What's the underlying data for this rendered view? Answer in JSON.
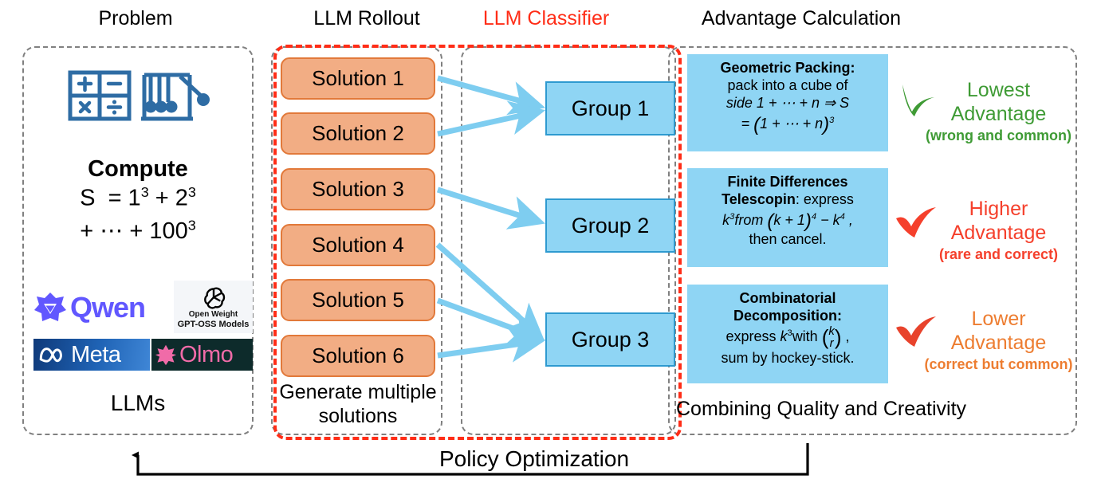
{
  "headers": {
    "problem": "Problem",
    "rollout": "LLM Rollout",
    "classifier": "LLM Classifier",
    "advantage": "Advantage Calculation"
  },
  "colors": {
    "classifier_red": "#ff2d17",
    "solution_fill": "#f2ad84",
    "solution_border": "#e2793a",
    "group_fill": "#8fd5f4",
    "group_border": "#2e9ad0",
    "arrow_blue": "#7ecdf0",
    "panel_dash_gray": "#808080",
    "green": "#3f9b35",
    "red": "#f5402c",
    "orange": "#ed7d31"
  },
  "problem": {
    "compute_label": "Compute",
    "formula_line1": "S  = 1³ + 2³",
    "formula_line2": "+ ⋯ + 100³",
    "icons": [
      "calculator-icon",
      "newtons-cradle-icon"
    ],
    "logos": [
      {
        "name": "qwen-logo",
        "text": "Qwen"
      },
      {
        "name": "gpt-oss-logo",
        "line1": "Open Weight",
        "line2": "GPT-OSS Models"
      },
      {
        "name": "meta-logo",
        "text": "Meta"
      },
      {
        "name": "olmo-logo",
        "text": "Olmo"
      }
    ],
    "footer": "LLMs"
  },
  "rollout": {
    "solutions": [
      "Solution 1",
      "Solution 2",
      "Solution 3",
      "Solution 4",
      "Solution 5",
      "Solution 6"
    ],
    "caption": "Generate multiple solutions"
  },
  "groups": {
    "items": [
      "Group 1",
      "Group 2",
      "Group 3"
    ],
    "mapping": [
      {
        "solution": "Solution 1",
        "group": "Group 1"
      },
      {
        "solution": "Solution 2",
        "group": "Group 1"
      },
      {
        "solution": "Solution 3",
        "group": "Group 2"
      },
      {
        "solution": "Solution 4",
        "group": "Group 3"
      },
      {
        "solution": "Solution 5",
        "group": "Group 3"
      },
      {
        "solution": "Solution 6",
        "group": "Group 3"
      }
    ]
  },
  "advantage": {
    "caption": "Combining Quality and Creativity",
    "rows": [
      {
        "title": "Geometric Packing:",
        "body_line1": "pack into a cube of",
        "body_line2": "side 1 + ⋯ + n ⇒ S",
        "body_line3": "= (1 + ⋯ + n)³",
        "check_icon": "green-check-icon",
        "check_color": "#3f9b35",
        "label_line1": "Lowest",
        "label_line2": "Advantage",
        "label_sub": "(wrong and common)",
        "label_color": "#3f9b35"
      },
      {
        "title": "Finite Differences",
        "title2": "Telescopin",
        "body_line1": ": express",
        "body_line2": "k³from (k + 1)⁴ − k⁴ ,",
        "body_line3": "then cancel.",
        "check_icon": "red-check-icon",
        "check_color": "#f5402c",
        "label_line1": "Higher",
        "label_line2": "Advantage",
        "label_sub": "(rare and correct)",
        "label_color": "#f5402c"
      },
      {
        "title": "Combinatorial",
        "title2": "Decomposition:",
        "body_line1": "express k³with (k over r) ,",
        "body_line2": "sum by hockey-stick.",
        "check_icon": "red-check-icon",
        "check_color": "#e8432c",
        "label_line1": "Lower",
        "label_line2": "Advantage",
        "label_sub": "(correct but common)",
        "label_color": "#ed7d31"
      }
    ]
  },
  "footer": {
    "policy_label": "Policy Optimization"
  }
}
